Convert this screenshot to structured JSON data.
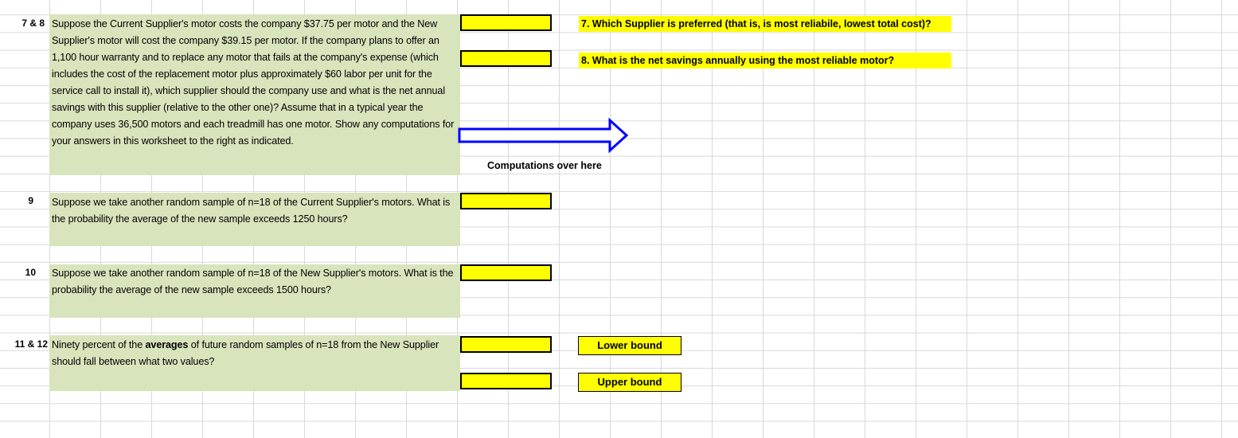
{
  "questions": [
    {
      "number": "7 & 8",
      "text": "Suppose the Current Supplier's motor costs the company $37.75 per motor and the New Supplier's motor will cost the company $39.15 per motor.  If the company plans to offer an 1,100 hour warranty and to replace any motor that fails at the company's expense (which includes the cost of the replacement motor plus approximately $60 labor per unit for the service call to install it), which supplier should the company use and what is the net annual savings with this supplier (relative to the other one)?  Assume that in a typical year the company uses 36,500 motors and each treadmill has one motor.  Show any computations for your answers in this worksheet to the right as indicated."
    },
    {
      "number": "9",
      "text": "Suppose we take another random sample of n=18 of the Current Supplier's motors.  What is the probability the average of the new sample exceeds 1250 hours?"
    },
    {
      "number": "10",
      "text": "Suppose we take another random sample of n=18 of the New Supplier's motors.  What is the probability the average of the new sample exceeds 1500 hours?"
    },
    {
      "number": "11 & 12",
      "text_before": "Ninety percent of the ",
      "text_bold": "averages",
      "text_after": " of future random samples of n=18 from the New Supplier should fall between what two values?"
    }
  ],
  "labels": {
    "q7": "7. Which Supplier is preferred (that is, is most reliabile, lowest total cost)?",
    "q8": "8. What is the net savings annually using the most reliable motor?",
    "computations": "Computations over here",
    "lower_bound": "Lower bound",
    "upper_bound": "Upper bound"
  },
  "colors": {
    "answer_fill": "#ffff00",
    "question_fill": "#d8e4bc",
    "arrow": "#0000ff"
  }
}
